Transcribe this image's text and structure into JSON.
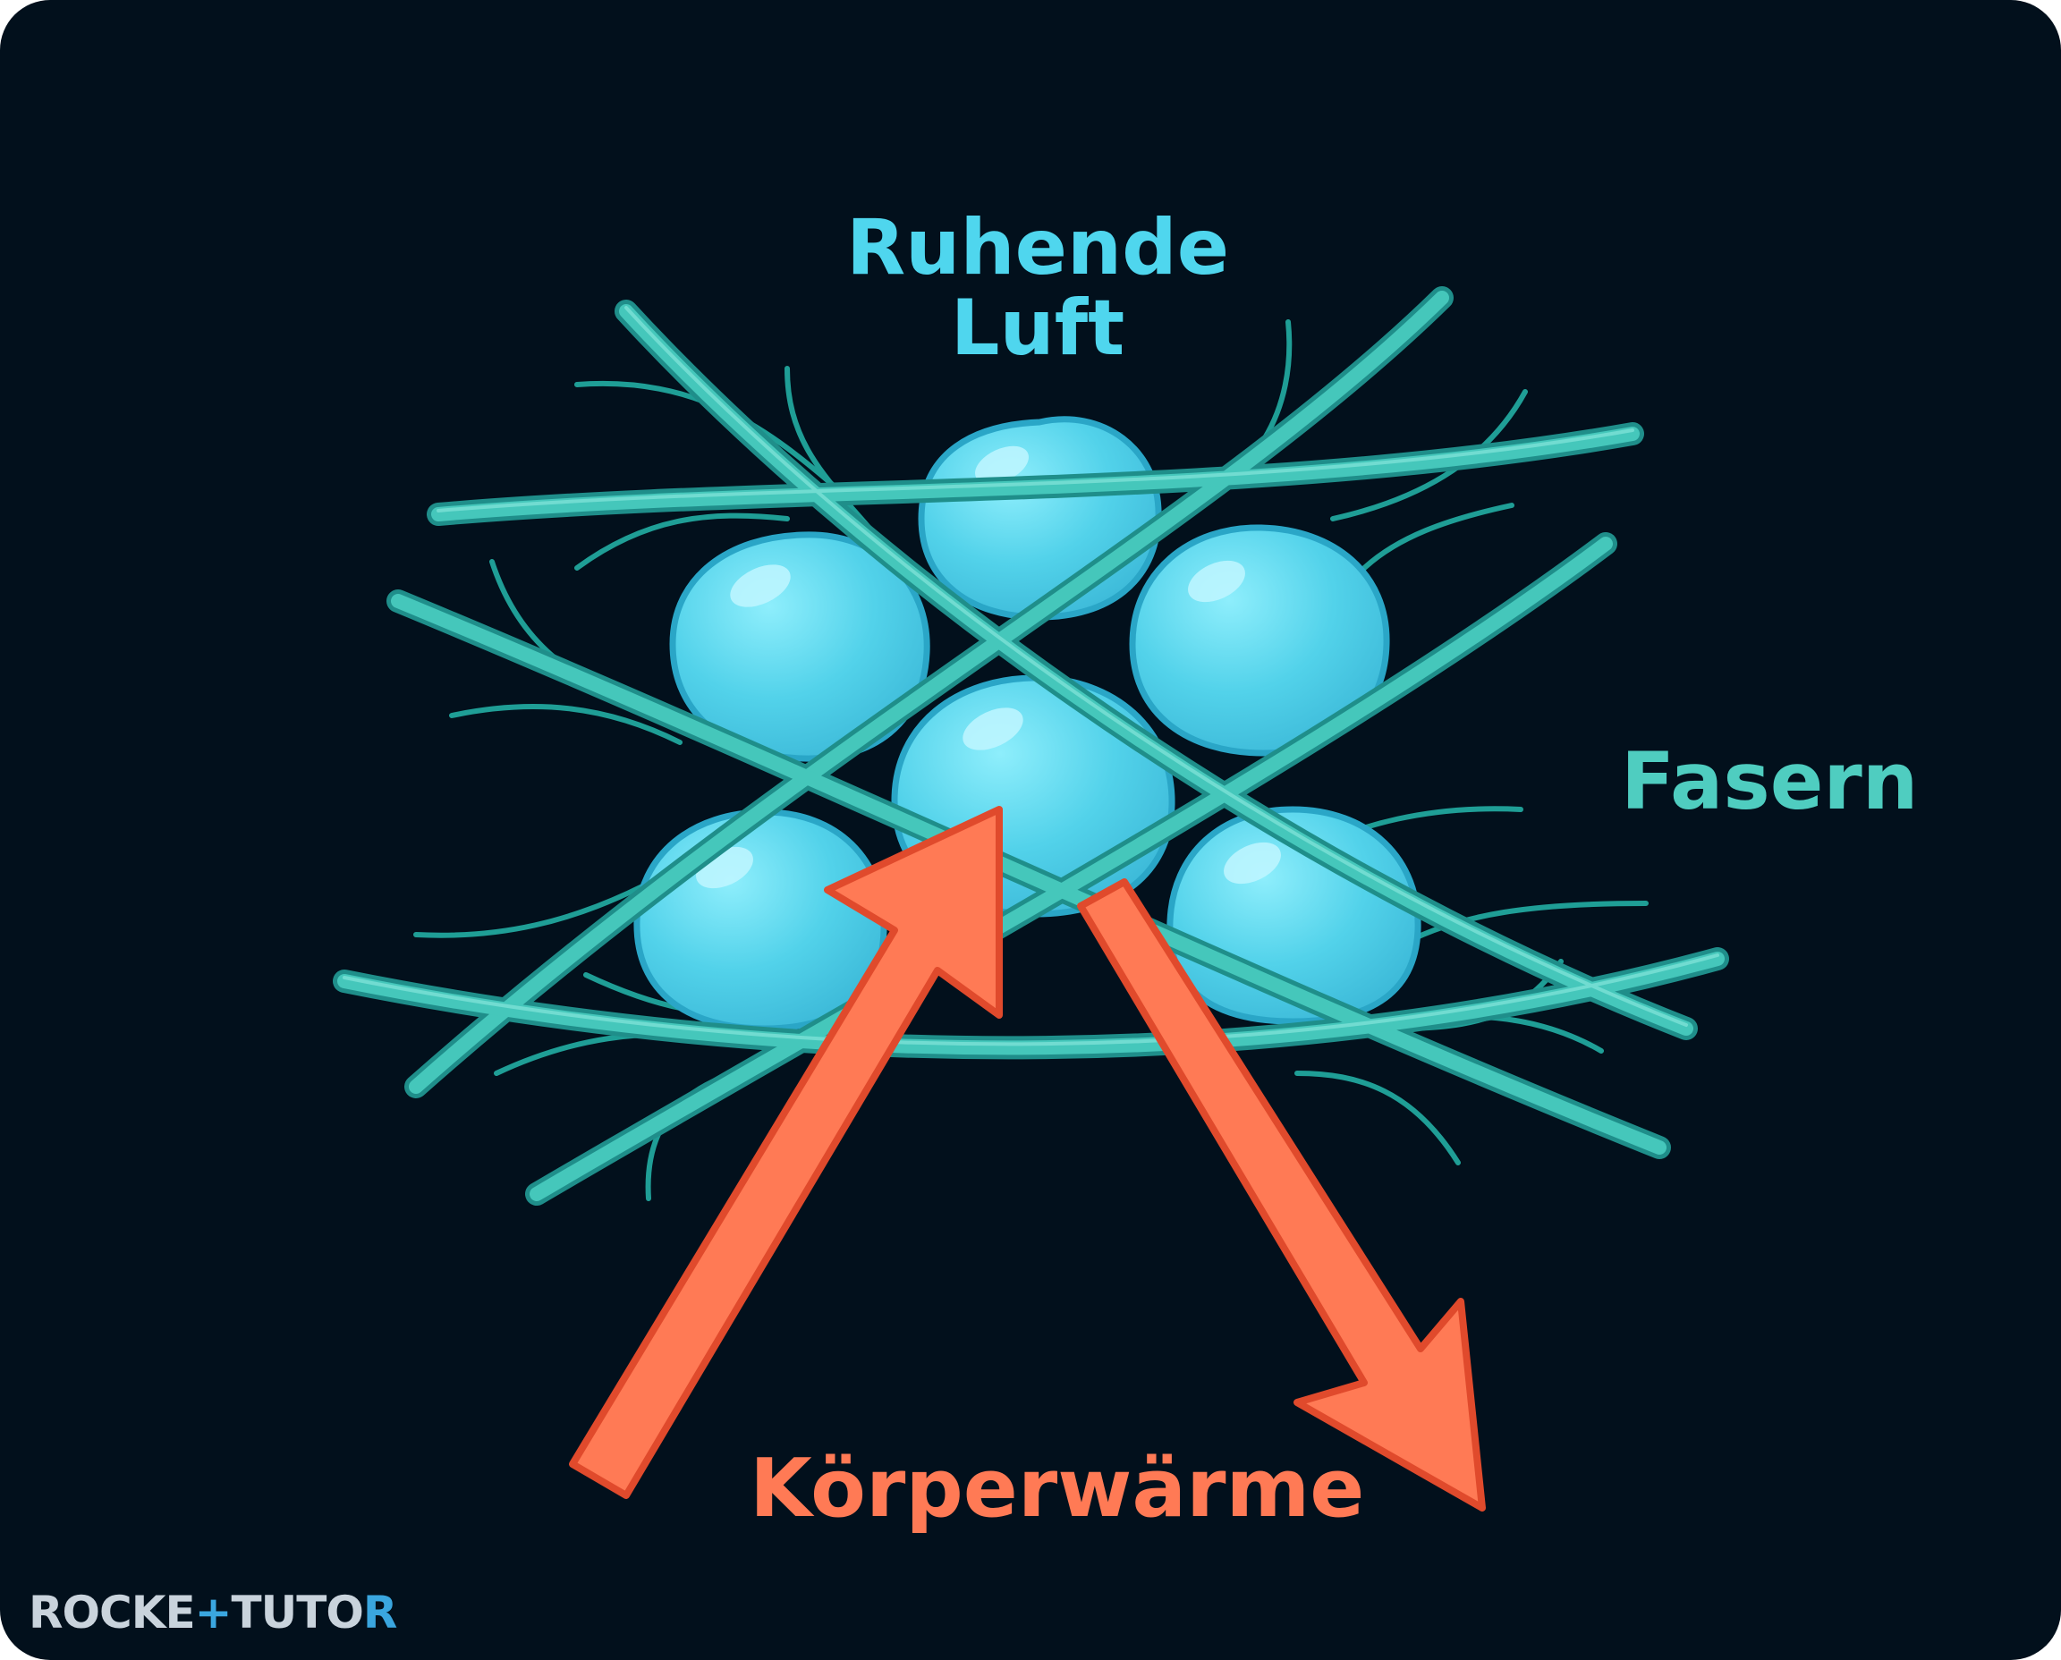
{
  "labels": {
    "air_line1": "Ruhende",
    "air_line2": "Luft",
    "fibers": "Fasern",
    "heat": "Körperwärme"
  },
  "logo": {
    "part1": "ROCKE",
    "plus": "+",
    "part2": "TUTO",
    "part3": "R"
  },
  "colors": {
    "background": "#02101c",
    "fiber": "#45c7bb",
    "fiber_outline": "#1f8e8a",
    "bubble": "#52d2ea",
    "bubble_outline": "#2aa6c7",
    "air_label": "#4fd6ee",
    "fiber_label": "#4fcdc0",
    "heat": "#ff7a55",
    "heat_outline": "#e04a2c"
  },
  "icons": {
    "heat_arrow_in": "arrow-up-right-icon",
    "heat_arrow_out": "arrow-down-right-icon"
  }
}
